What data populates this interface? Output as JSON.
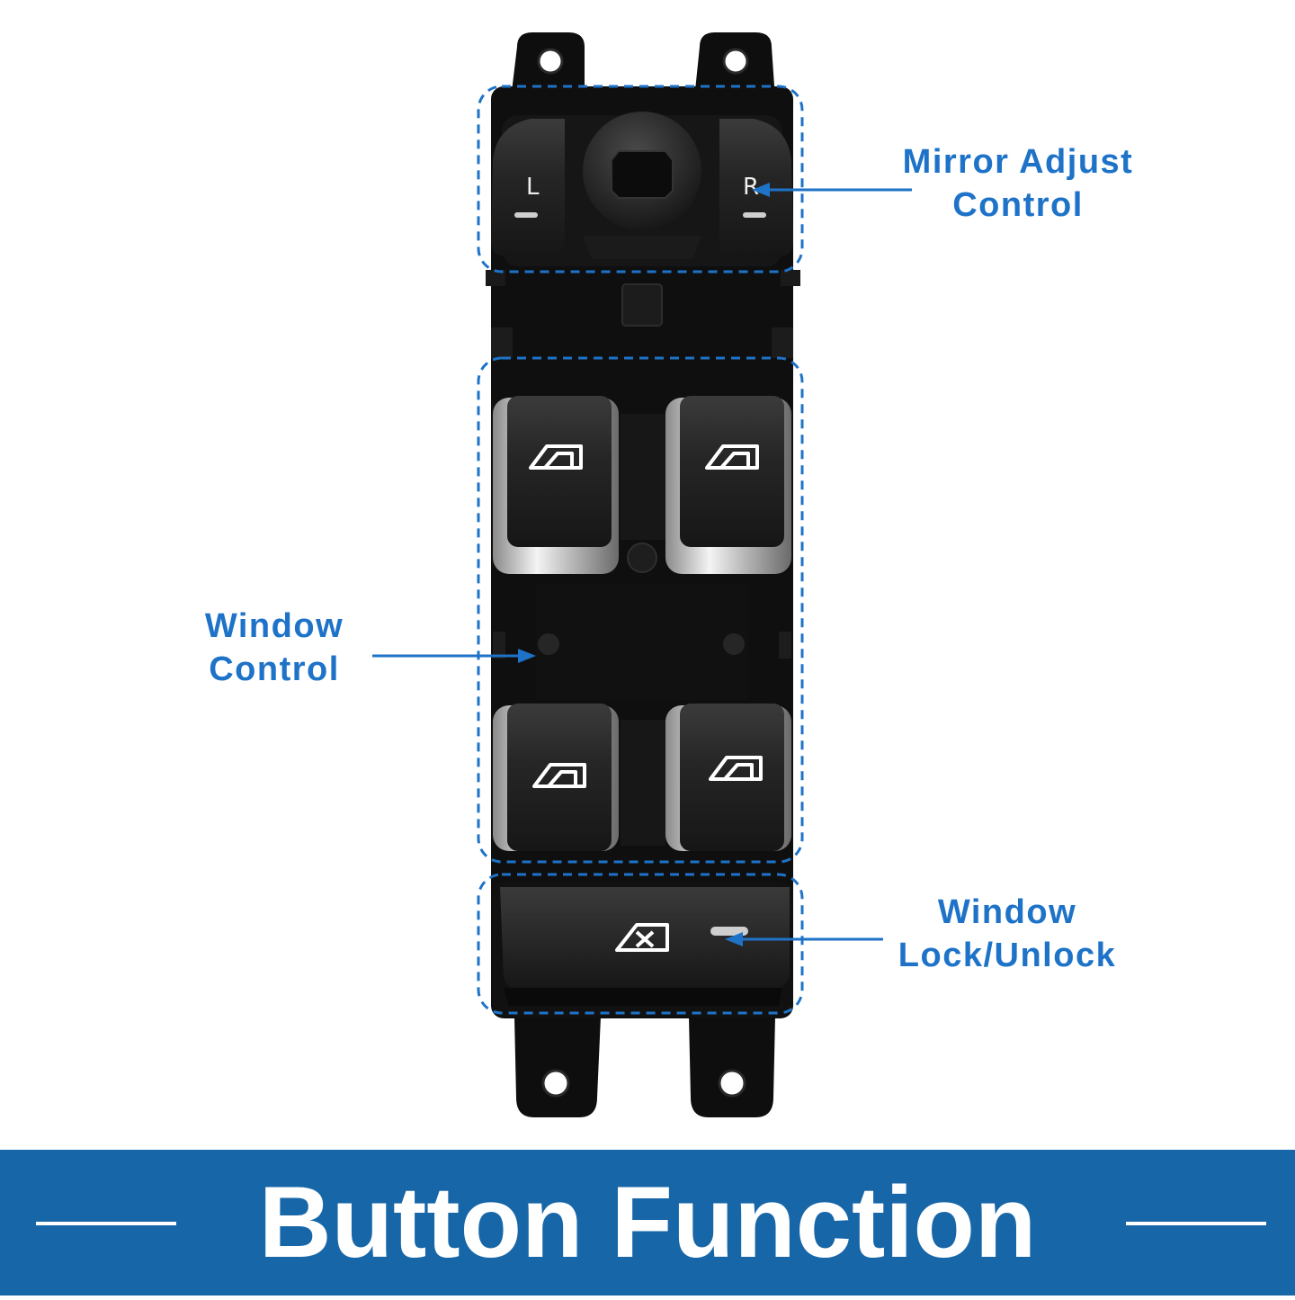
{
  "callouts": {
    "mirror": {
      "line1": "Mirror Adjust",
      "line2": "Control"
    },
    "window": {
      "line1": "Window",
      "line2": "Control"
    },
    "lock": {
      "line1": "Window",
      "line2": "Lock/Unlock"
    }
  },
  "switch_labels": {
    "left": "L",
    "right": "R"
  },
  "banner": {
    "title": "Button Function"
  },
  "colors": {
    "accent": "#1e73c8",
    "banner": "#1766a8",
    "housing": "#0d0d0d",
    "chrome": "#d6d6d6"
  },
  "icons": [
    "window-icon",
    "window-lock-icon",
    "mounting-tab",
    "mirror-joystick"
  ]
}
